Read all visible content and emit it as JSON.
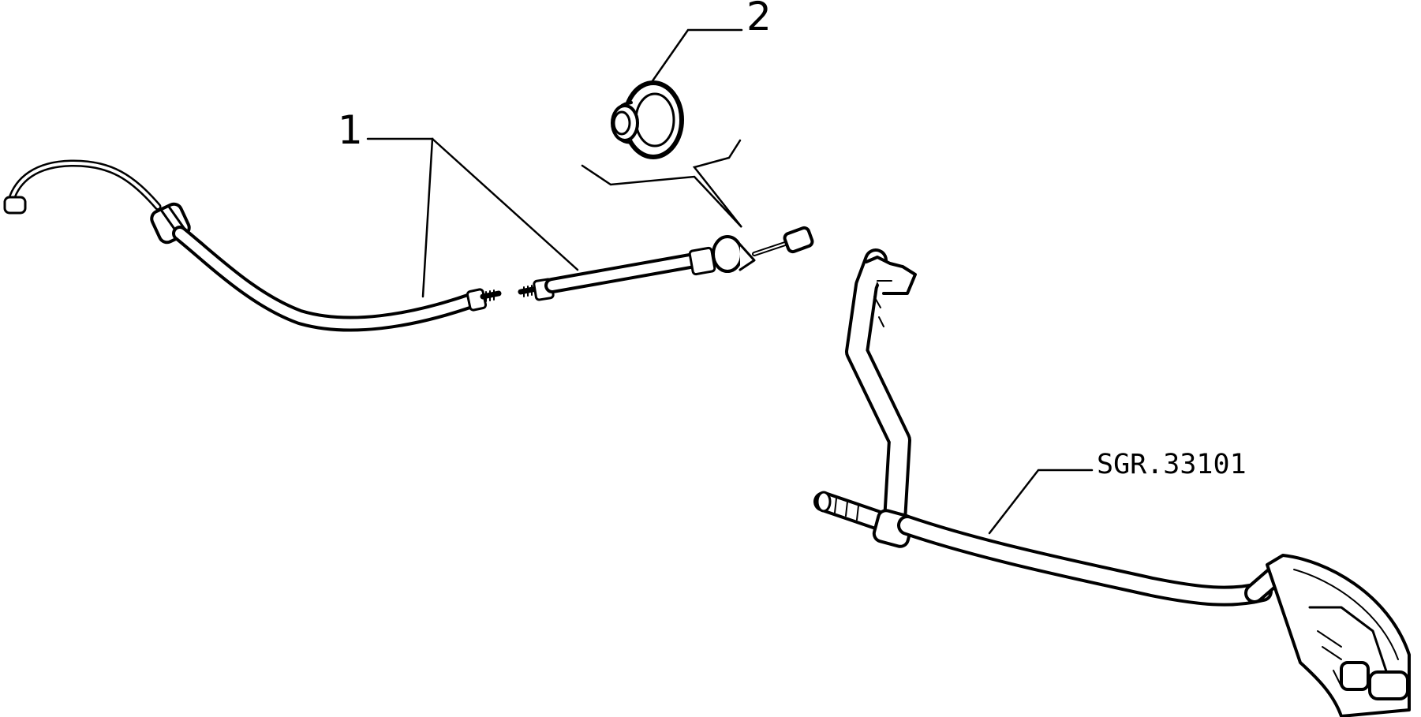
{
  "callouts": [
    {
      "label": "1"
    },
    {
      "label": "2"
    }
  ],
  "reference_code": "SGR.33101",
  "colors": {
    "line": "#000000",
    "background": "#ffffff"
  }
}
